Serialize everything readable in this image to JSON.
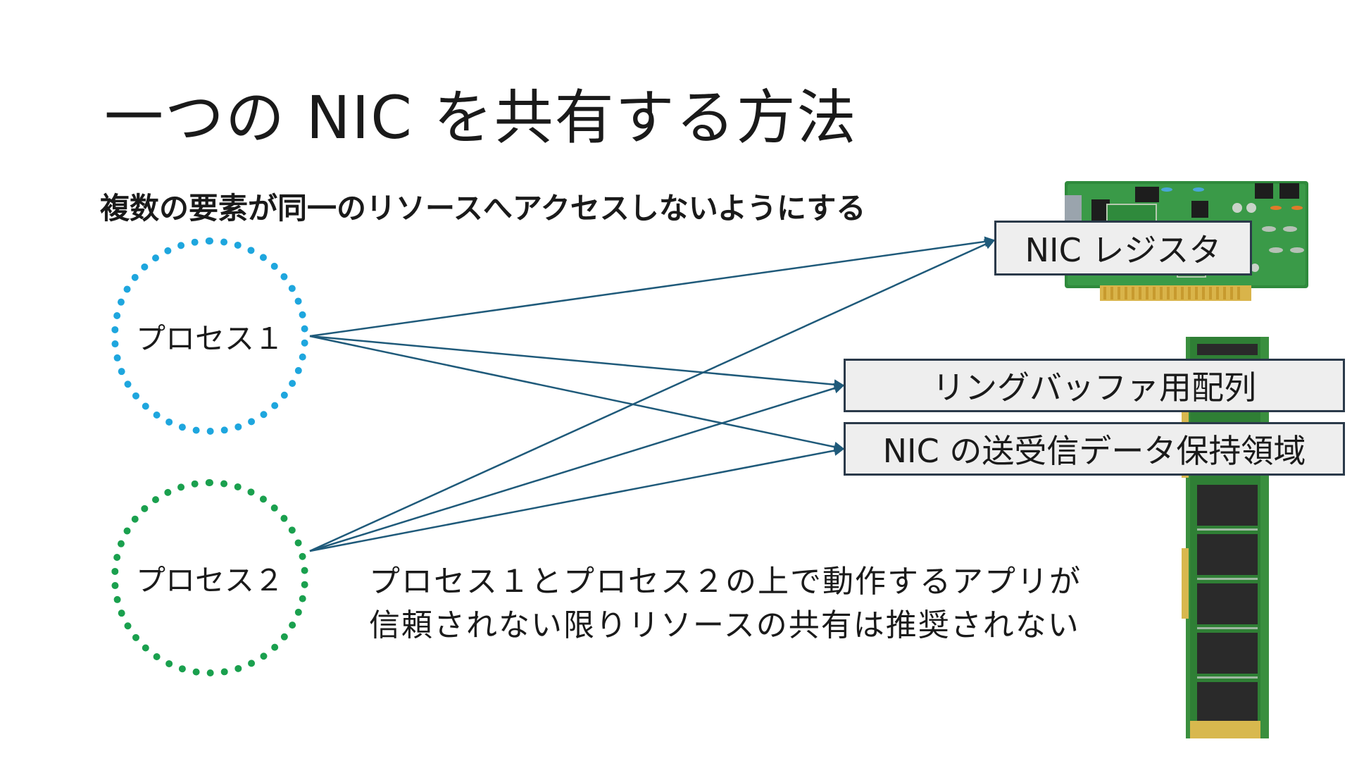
{
  "title": "一つの NIC を共有する方法",
  "subtitle": "複数の要素が同一のリソースへアクセスしないようにする",
  "processes": [
    {
      "label": "プロセス１",
      "color": "#1ea6de"
    },
    {
      "label": "プロセス２",
      "color": "#1aa04e"
    }
  ],
  "resources": [
    {
      "label": "NIC レジスタ"
    },
    {
      "label": "リングバッファ用配列"
    },
    {
      "label": "NIC の送受信データ保持領域"
    }
  ],
  "note": {
    "line1": "プロセス１とプロセス２の上で動作するアプリが",
    "line2": "信頼されない限りリソースの共有は推奨されない"
  },
  "illustrations": [
    "nic-card-illustration",
    "memory-module-illustration"
  ],
  "arrow_color": "#1f5a7a"
}
